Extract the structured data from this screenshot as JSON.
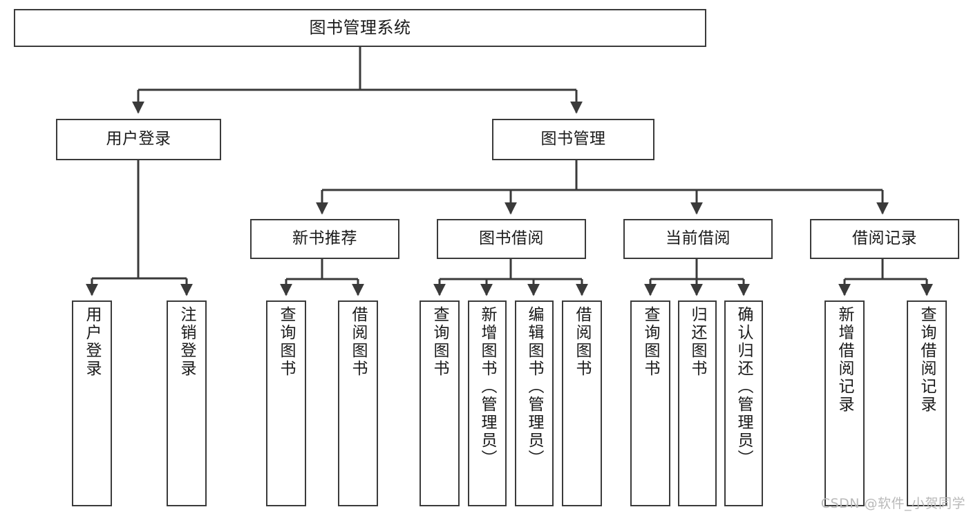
{
  "diagram": {
    "title": "图书管理系统",
    "type": "tree-hierarchy-chart",
    "style": {
      "box_border_color": "#3a3a3a",
      "box_fill": "#ffffff",
      "line_color": "#3a3a3a",
      "text_color": "#1a1a1a",
      "background": "#ffffff"
    },
    "root": {
      "label": "图书管理系统"
    },
    "level2": [
      {
        "label": "用户登录"
      },
      {
        "label": "图书管理"
      }
    ],
    "level3": [
      {
        "label": "新书推荐"
      },
      {
        "label": "图书借阅"
      },
      {
        "label": "当前借阅"
      },
      {
        "label": "借阅记录"
      }
    ],
    "leaves": {
      "user_login": [
        {
          "label": "用户登录"
        },
        {
          "label": "注销登录"
        }
      ],
      "new_book_recommend": [
        {
          "label": "查询图书"
        },
        {
          "label": "借阅图书"
        }
      ],
      "book_borrow": [
        {
          "label": "查询图书"
        },
        {
          "label": "新增图书（管理员）"
        },
        {
          "label": "编辑图书（管理员）"
        },
        {
          "label": "借阅图书"
        }
      ],
      "current_borrow": [
        {
          "label": "查询图书"
        },
        {
          "label": "归还图书"
        },
        {
          "label": "确认归还（管理员）"
        }
      ],
      "borrow_record": [
        {
          "label": "新增借阅记录"
        },
        {
          "label": "查询借阅记录"
        }
      ]
    }
  },
  "watermark": {
    "text": "CSDN @软件_小贺同学"
  }
}
